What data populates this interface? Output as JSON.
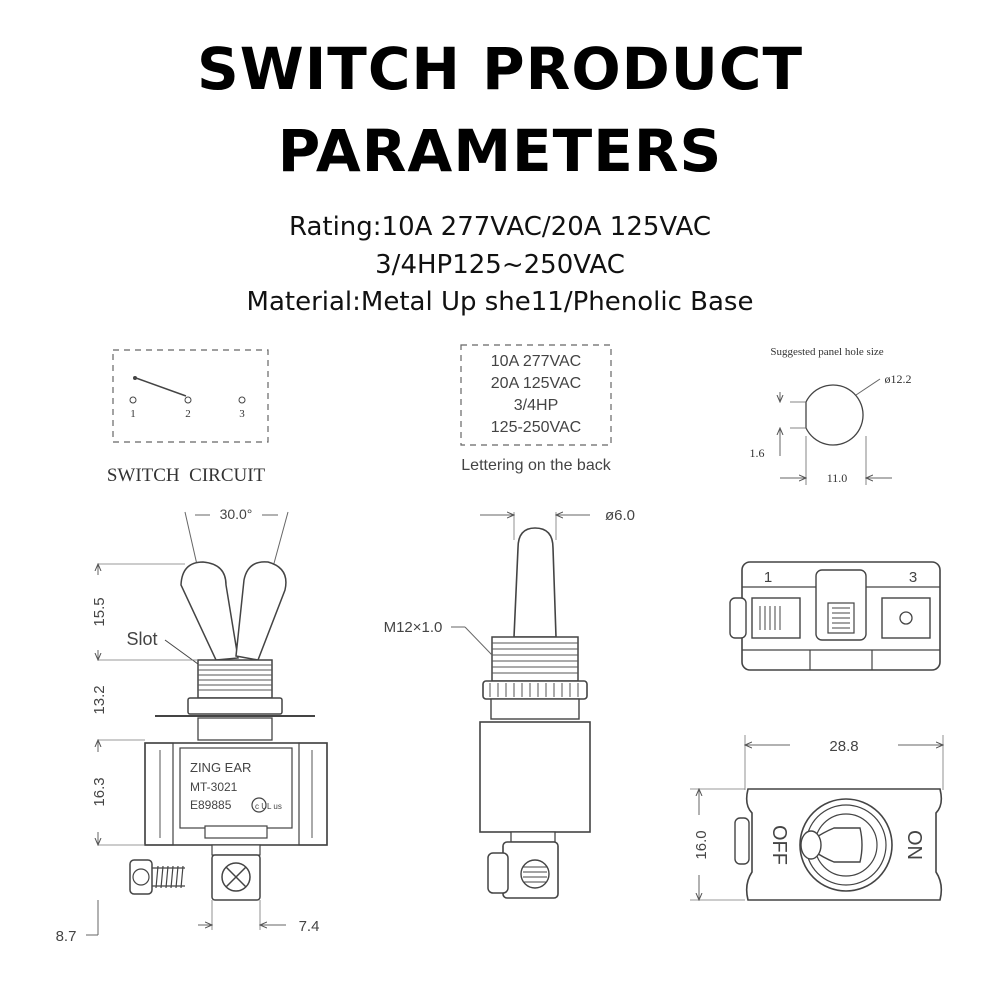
{
  "title": {
    "line1": "SWITCH PRODUCT",
    "line2": "PARAMETERS"
  },
  "specs": {
    "rating": "Rating:10A 277VAC/20A 125VAC",
    "hp": "3/4HP125~250VAC",
    "material": "Material:Metal Up she11/Phenolic Base"
  },
  "circuit": {
    "caption": "SWITCH  CIRCUIT",
    "terminals": [
      "1",
      "2",
      "3"
    ]
  },
  "back_lettering": {
    "lines": [
      "10A 277VAC",
      "20A 125VAC",
      "3/4HP",
      "125-250VAC"
    ],
    "caption": "Lettering on the back"
  },
  "panel_hole": {
    "caption": "Suggested panel hole size",
    "diameter": "ø12.2",
    "flat": "1.6",
    "width": "11.0"
  },
  "side_view": {
    "angle": "30.0°",
    "lever_height": "15.5",
    "slot_label": "Slot",
    "bushing_height": "13.2",
    "body_height": "16.3",
    "screw_offset": "8.7",
    "terminal_width": "7.4",
    "body_text": [
      "ZING EAR",
      "MT-3021",
      "E89885"
    ],
    "cert": "c UL us"
  },
  "front_view": {
    "lever_diameter": "ø6.0",
    "thread": "M12×1.0"
  },
  "bottom_view": {
    "terminal_left": "1",
    "terminal_right": "3"
  },
  "top_view": {
    "width": "28.8",
    "height": "16.0",
    "off_label": "OFF",
    "on_label": "ON"
  }
}
